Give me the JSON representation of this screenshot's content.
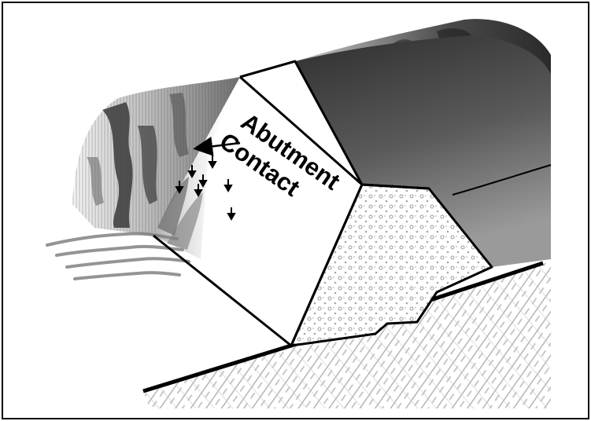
{
  "diagram": {
    "labels": {
      "line1": "Abutment",
      "line2": "Contact"
    },
    "parts": [
      "rock-abutment",
      "dam-embankment",
      "dam-crest",
      "dam-upstream-face",
      "filter-zone",
      "foundation-ground",
      "seepage-arrows"
    ],
    "colors": {
      "stroke": "#000000",
      "background": "#ffffff",
      "rock_dark": "#3a3a3a",
      "rock_mid": "#8c8c8c",
      "rock_light": "#d0d0d0",
      "face_top": "#2e2e2e",
      "face_bottom": "#9a9a9a",
      "filter_dots": "#9a9a9a",
      "ground_hatch": "#b5b5b5"
    }
  }
}
